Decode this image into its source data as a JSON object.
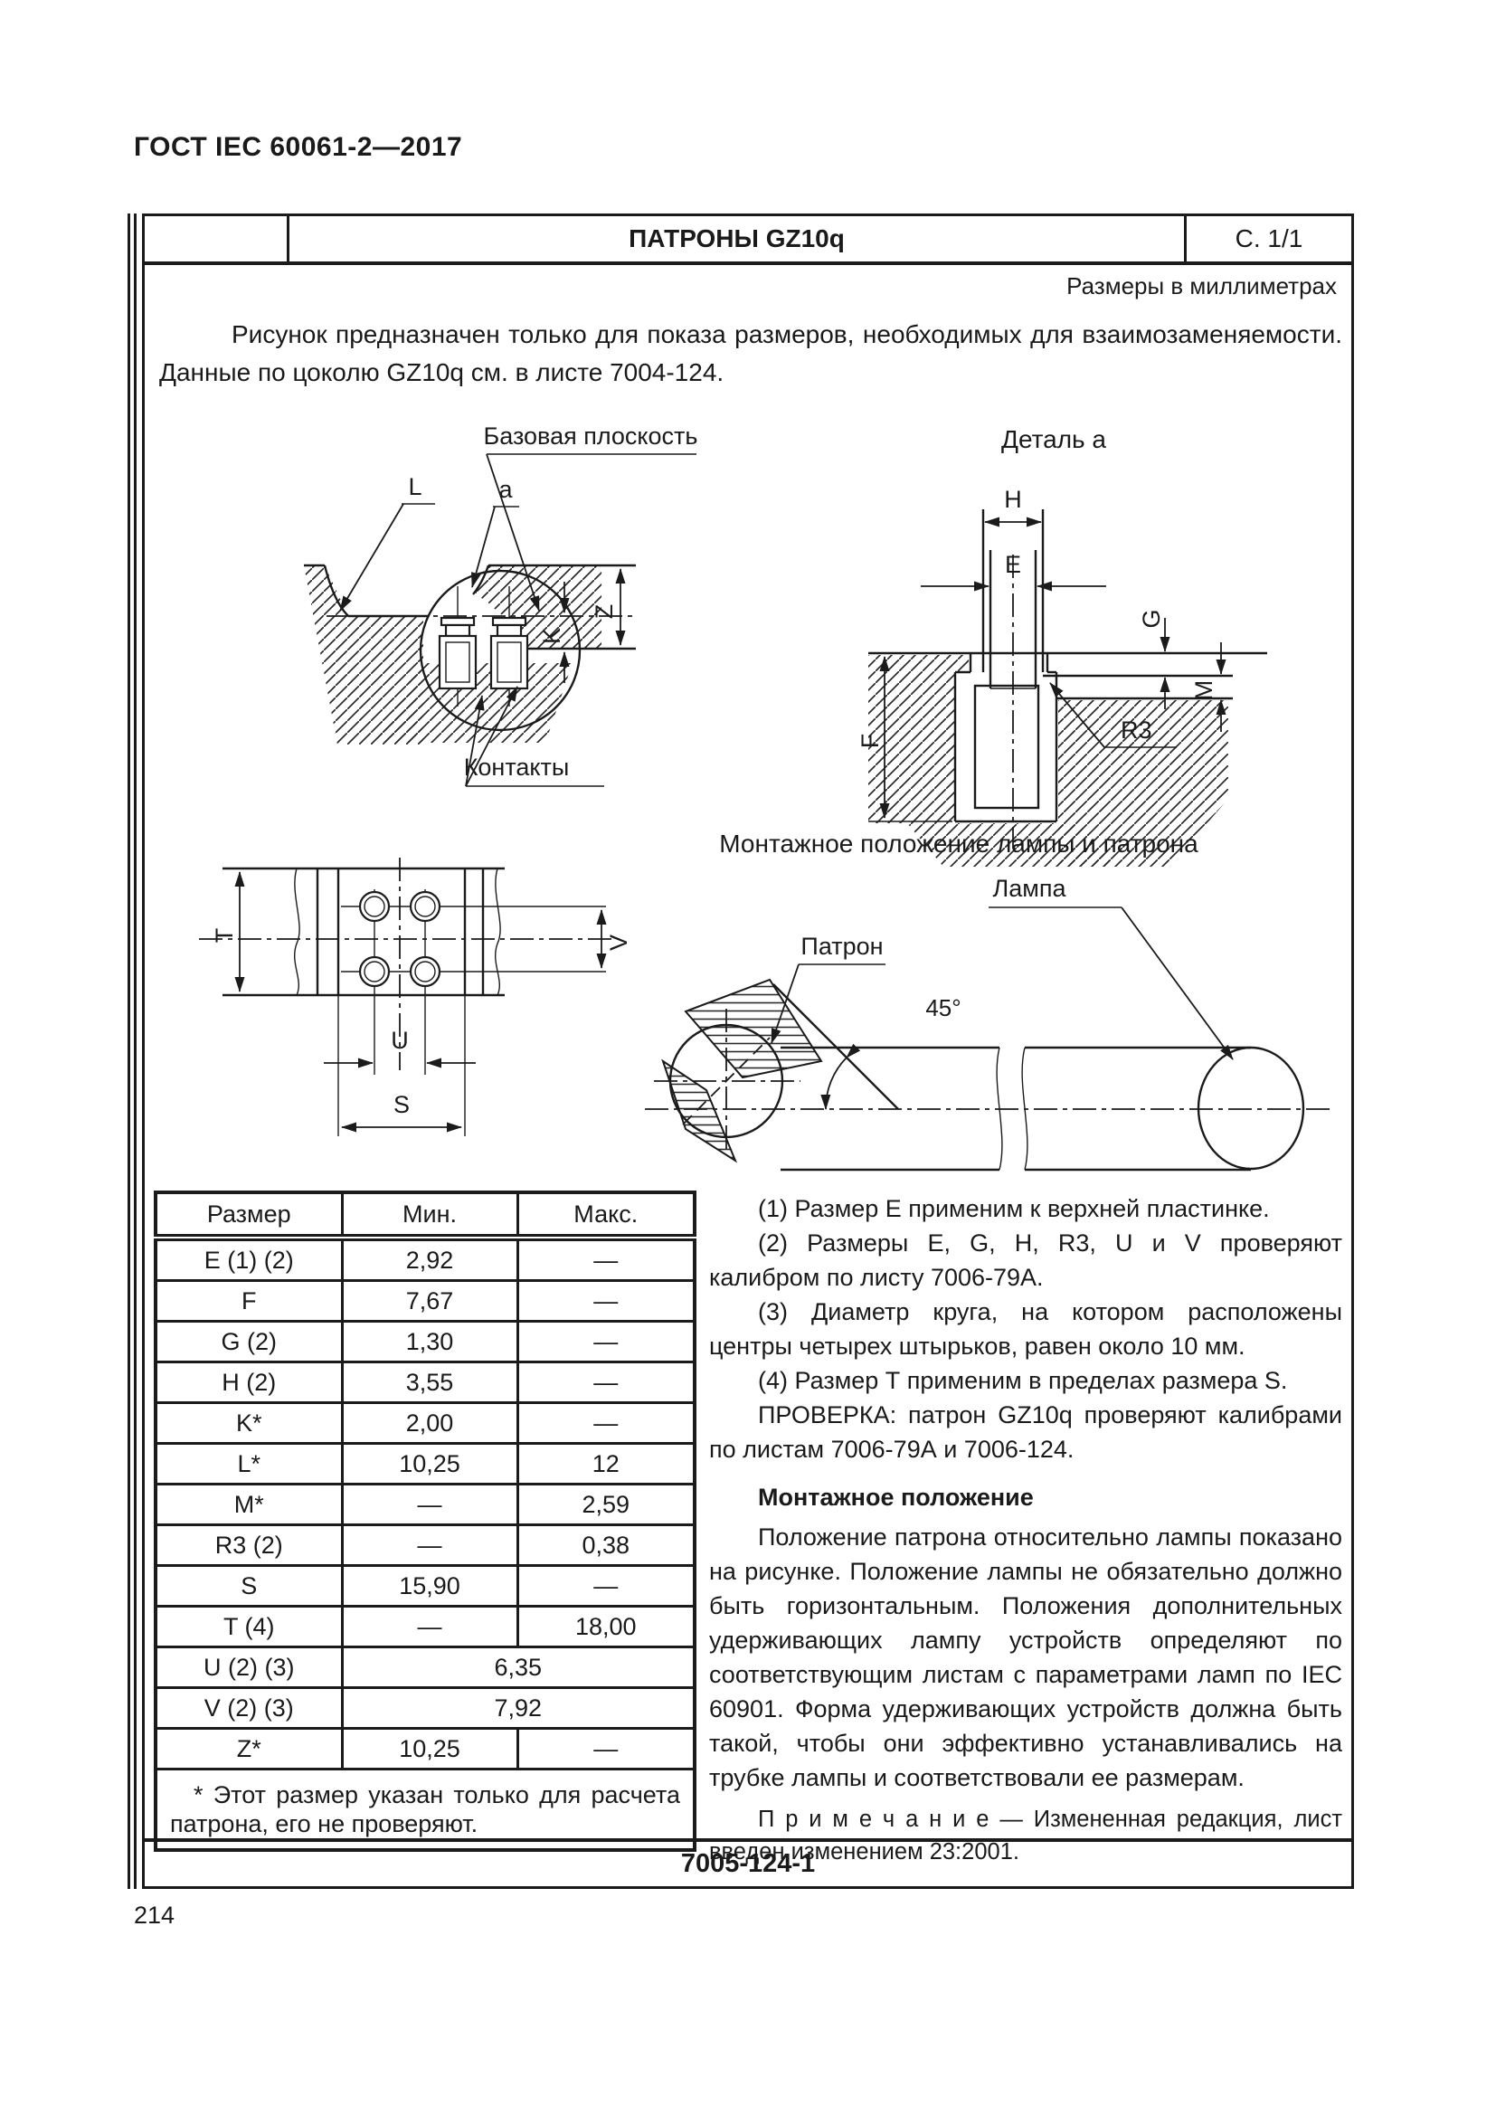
{
  "page": {
    "standard": "ГОСТ IEC 60061-2—2017",
    "number": "214"
  },
  "title_block": {
    "title": "ПАТРОНЫ GZ10q",
    "sheet": "С. 1/1",
    "units": "Размеры в миллиметрах"
  },
  "intro": "Рисунок предназначен только для показа размеров, необходимых для взаимозаменяемости. Данные по цоколю GZ10q см. в листе 7004-124.",
  "drawings": {
    "section": {
      "label_l": "L",
      "label_a": "a",
      "base_plane": "Базовая плоскость",
      "label_z": "Z",
      "label_k": "K",
      "contacts": "Контакты"
    },
    "detail": {
      "title": "Деталь а",
      "label_h": "H",
      "label_e": "E",
      "label_g": "G",
      "label_m": "M",
      "label_f": "F",
      "label_r3": "R3"
    },
    "pins": {
      "label_t": "T",
      "label_v": "V",
      "label_u": "U",
      "label_s": "S"
    },
    "mounting": {
      "title": "Монтажное положение лампы и патрона",
      "holder": "Патрон",
      "lamp": "Лампа",
      "angle": "45°"
    }
  },
  "table": {
    "headers": [
      "Размер",
      "Мин.",
      "Макс."
    ],
    "rows": [
      {
        "dim": "E (1) (2)",
        "min": "2,92",
        "max": "—"
      },
      {
        "dim": "F",
        "min": "7,67",
        "max": "—"
      },
      {
        "dim": "G (2)",
        "min": "1,30",
        "max": "—"
      },
      {
        "dim": "H (2)",
        "min": "3,55",
        "max": "—"
      },
      {
        "dim": "K*",
        "min": "2,00",
        "max": "—"
      },
      {
        "dim": "L*",
        "min": "10,25",
        "max": "12"
      },
      {
        "dim": "M*",
        "min": "—",
        "max": "2,59"
      },
      {
        "dim": "R3 (2)",
        "min": "—",
        "max": "0,38"
      },
      {
        "dim": "S",
        "min": "15,90",
        "max": "—"
      },
      {
        "dim": "T (4)",
        "min": "—",
        "max": "18,00"
      },
      {
        "dim": "U (2) (3)",
        "span": "6,35"
      },
      {
        "dim": "V (2) (3)",
        "span": "7,92"
      },
      {
        "dim": "Z*",
        "min": "10,25",
        "max": "—"
      }
    ],
    "footnote": "* Этот размер указан только для расчета патрона, его не проверяют."
  },
  "notes": [
    "(1) Размер Е применим к верхней пластинке.",
    "(2) Размеры E, G, H, R3, U и V проверяют калибром по листу 7006-79А.",
    "(3) Диаметр круга, на котором расположены центры четырех штырьков, равен около 10 мм.",
    "(4) Размер Т применим в пределах размера S.",
    "ПРОВЕРКА: патрон GZ10q проверяют калибрами по листам 7006-79А и 7006-124."
  ],
  "mounting_text": {
    "heading": "Монтажное положение",
    "body": "Положение патрона относительно лампы показано на рисунке. Положение лампы не обязательно должно быть горизонтальным. Положения дополнительных удерживающих лампу устройств определяют по соответствующим листам с параметрами ламп по IEC 60901. Форма удерживающих устройств должна быть такой, чтобы они эффективно устанавливались на трубке лампы и соответствовали ее размерам.",
    "note": "П р и м е ч а н и е  —  Измененная редакция, лист введен изменением 23:2001."
  },
  "footer": {
    "sheet_code": "7005-124-1"
  }
}
